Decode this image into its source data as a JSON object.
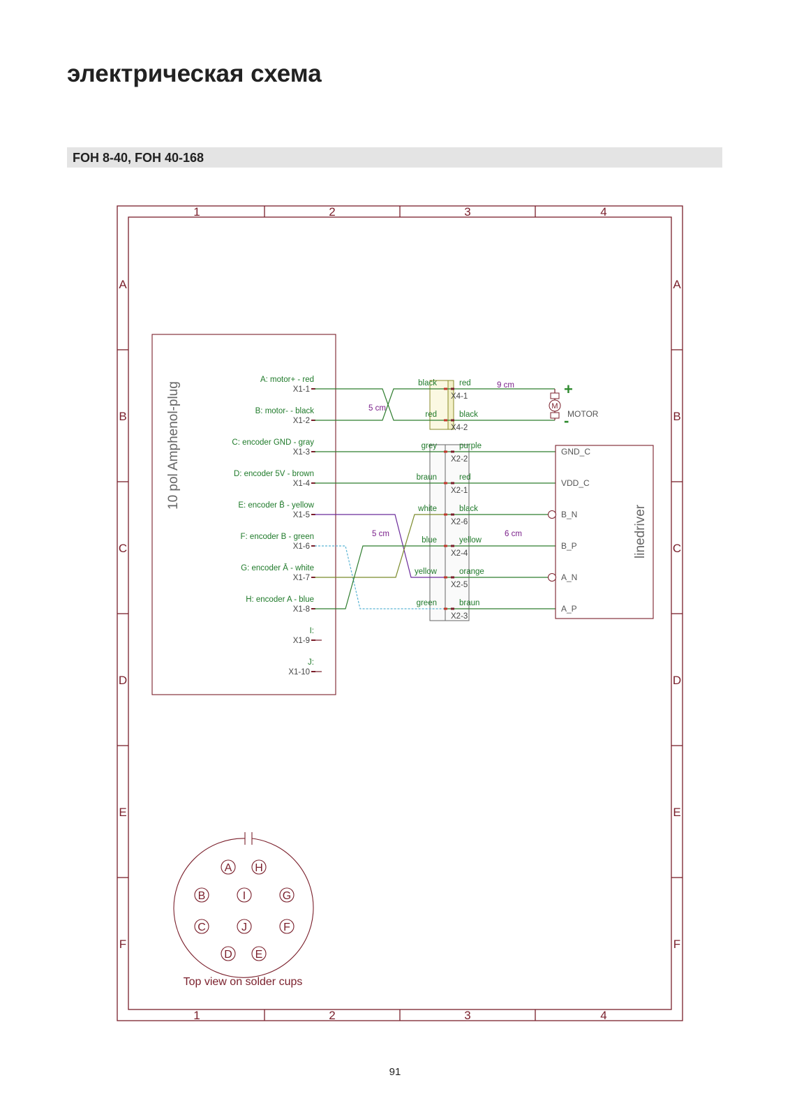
{
  "page": {
    "title": "электрическая схема",
    "section": "FOH 8-40, FOH 40-168",
    "page_number": "91"
  },
  "frame": {
    "columns": [
      "1",
      "2",
      "3",
      "4"
    ],
    "rows": [
      "A",
      "B",
      "C",
      "D",
      "E",
      "F"
    ]
  },
  "plug": {
    "label": "10 pol Amphenol-plug",
    "pins": [
      {
        "signal": "A: motor+ - red",
        "pin": "X1-1"
      },
      {
        "signal": "B: motor- - black",
        "pin": "X1-2"
      },
      {
        "signal": "C: encoder GND - gray",
        "pin": "X1-3"
      },
      {
        "signal": "D: encoder 5V - brown",
        "pin": "X1-4"
      },
      {
        "signal": "E: encoder B̄ - yellow",
        "pin": "X1-5"
      },
      {
        "signal": "F: encoder B - green",
        "pin": "X1-6"
      },
      {
        "signal": "G: encoder Ā - white",
        "pin": "X1-7"
      },
      {
        "signal": "H: encoder A - blue",
        "pin": "X1-8"
      },
      {
        "signal": "I:",
        "pin": "X1-9"
      },
      {
        "signal": "J:",
        "pin": "X1-10"
      }
    ]
  },
  "connectors": [
    {
      "left": "black",
      "right": "red",
      "id": "X4-1"
    },
    {
      "left": "red",
      "right": "black",
      "id": "X4-2"
    },
    {
      "left": "grey",
      "right": "purple",
      "id": "X2-2"
    },
    {
      "left": "braun",
      "right": "red",
      "id": "X2-1"
    },
    {
      "left": "white",
      "right": "black",
      "id": "X2-6"
    },
    {
      "left": "blue",
      "right": "yellow",
      "id": "X2-4"
    },
    {
      "left": "yellow",
      "right": "orange",
      "id": "X2-5"
    },
    {
      "left": "green",
      "right": "braun",
      "id": "X2-3"
    }
  ],
  "lengths": {
    "motor_cross": "5 cm",
    "motor_run": "9 cm",
    "encoder_cross": "5 cm",
    "encoder_run": "6 cm"
  },
  "motor": {
    "symbol": "M",
    "label": "MOTOR",
    "plus": "+",
    "minus": "-"
  },
  "linedriver": {
    "label": "linedriver",
    "pins": [
      "GND_C",
      "VDD_C",
      "B_N",
      "B_P",
      "A_N",
      "A_P"
    ]
  },
  "connector_view": {
    "caption": "Top view on solder cups",
    "pins": [
      "A",
      "H",
      "B",
      "I",
      "G",
      "C",
      "J",
      "F",
      "D",
      "E"
    ]
  },
  "colors": {
    "frame": "#7a1f2b",
    "wire": "#2f7d2f",
    "signal_text": "#1f7a2a",
    "measure_text": "#7a1f8a",
    "purple_wire": "#6a2a9a",
    "olive_wire": "#7a8a2a",
    "cyan_wire": "#5ab4d4"
  }
}
